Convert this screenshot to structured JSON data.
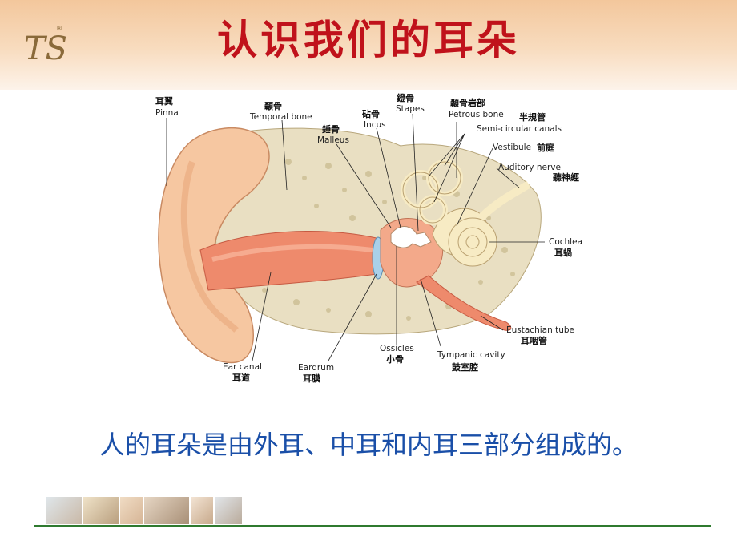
{
  "title": "认识我们的耳朵",
  "caption": "人的耳朵是由外耳、中耳和内耳三部分组成的。",
  "logo": {
    "text": "TS",
    "mark": "®"
  },
  "labels": {
    "pinna_zh": "耳翼",
    "pinna_en": "Pinna",
    "temporal_zh": "顳骨",
    "temporal_en": "Temporal bone",
    "malleus_zh": "錘骨",
    "malleus_en": "Malleus",
    "incus_zh": "砧骨",
    "incus_en": "Incus",
    "stapes_zh": "鐙骨",
    "stapes_en": "Stapes",
    "petrous_zh": "顳骨岩部",
    "petrous_en": "Petrous bone",
    "semicircular_zh": "半規管",
    "semicircular_en": "Semi-circular canals",
    "vestibule_en": "Vestibule",
    "vestibule_zh": "前庭",
    "auditory_en": "Auditory nerve",
    "auditory_zh": "聽神經",
    "cochlea_en": "Cochlea",
    "cochlea_zh": "耳蝸",
    "eustachian_en": "Eustachian tube",
    "eustachian_zh": "耳咽管",
    "tympanic_en": "Tympanic cavity",
    "tympanic_zh": "鼓室腔",
    "ossicles_en": "Ossicles",
    "ossicles_zh": "小骨",
    "eardrum_en": "Eardrum",
    "eardrum_zh": "耳膜",
    "earcanal_en": "Ear canal",
    "earcanal_zh": "耳道"
  },
  "colors": {
    "title": "#c0121b",
    "caption": "#1a4fa8",
    "header": "#f3c79c",
    "skin": "#f6c7a1",
    "canal": "#ee8a6c",
    "bone": "#e9dfc2",
    "inner": "#f7ebc4",
    "footer_line": "#2f7a2f"
  }
}
